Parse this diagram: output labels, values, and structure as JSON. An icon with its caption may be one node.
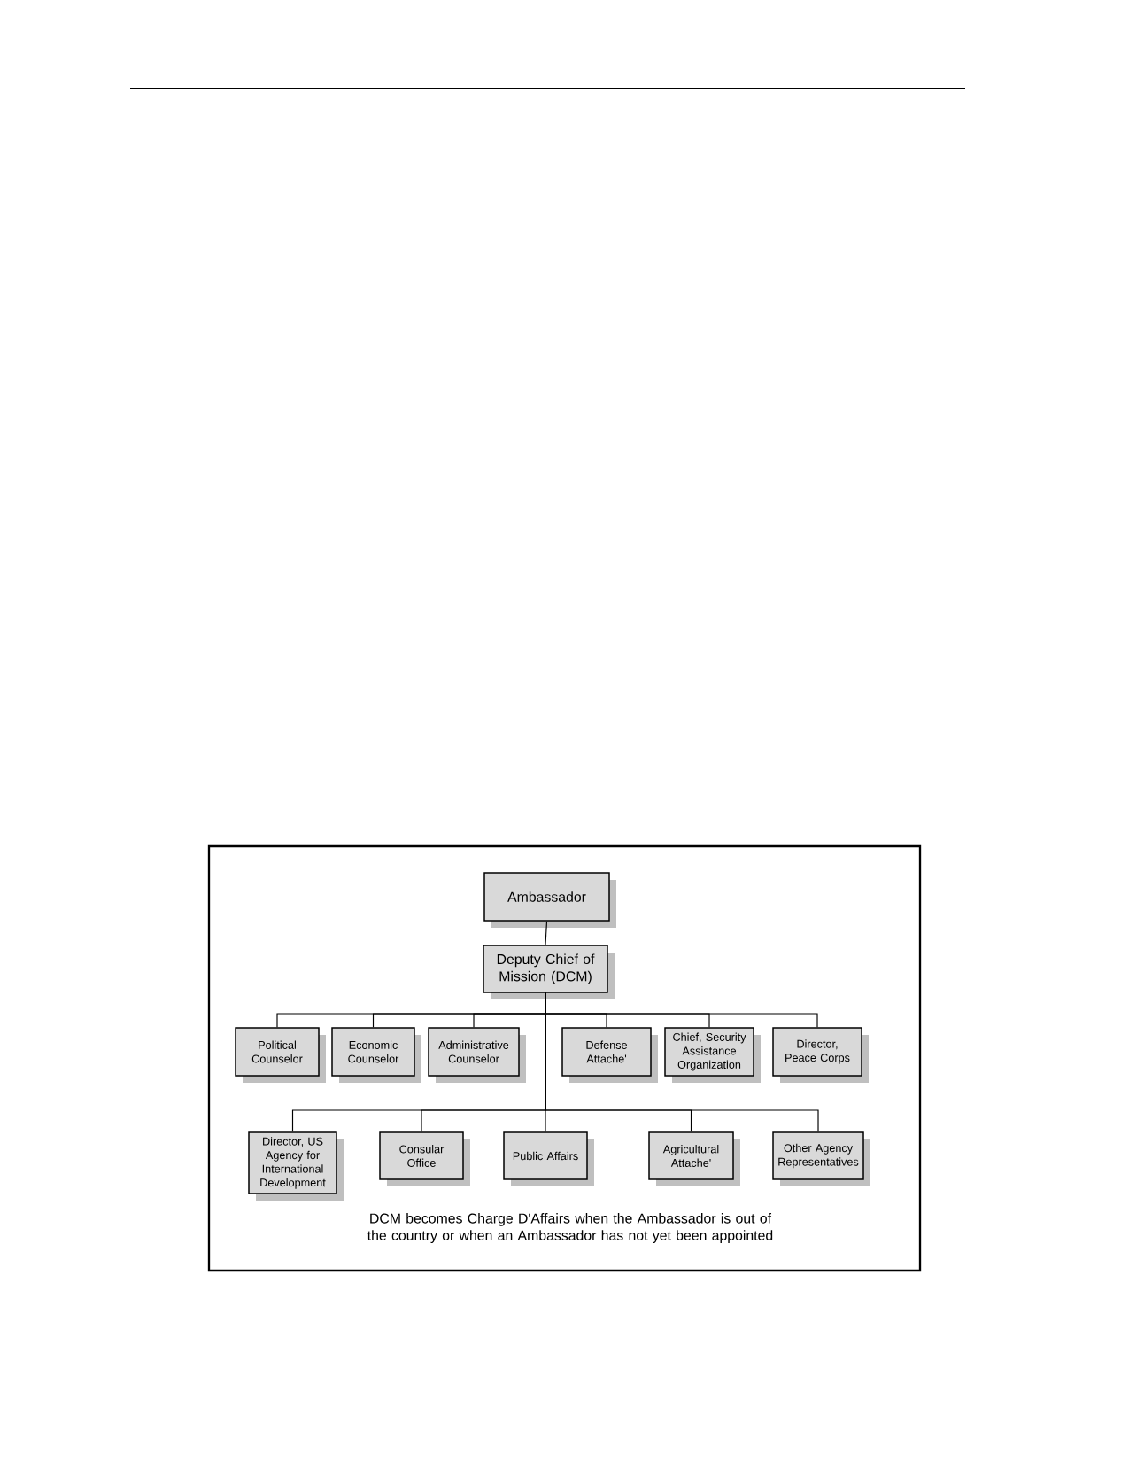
{
  "diagram": {
    "nodes": [
      {
        "text": [
          "Ambassador"
        ]
      },
      {
        "text": [
          "Deputy Chief of Mission (DCM)"
        ]
      },
      {
        "text": [
          "Political Counselor"
        ]
      },
      {
        "text": [
          "Economic Counselor"
        ]
      },
      {
        "text": [
          "Administrative Counselor"
        ]
      },
      {
        "text": [
          "Defense Attache'"
        ]
      },
      {
        "text": [
          "Chief, Security Assistance Organization"
        ]
      },
      {
        "text": [
          "Director, Peace Corps"
        ]
      },
      {
        "text": [
          "Director, US Agency for International Development"
        ]
      },
      {
        "text": [
          "Consular Office"
        ]
      },
      {
        "text": [
          "Public Affairs"
        ]
      },
      {
        "text": [
          "Agricultural Attache'"
        ]
      },
      {
        "text": [
          "Other Agency Representatives"
        ]
      }
    ],
    "edges": [
      {
        "from": 0,
        "to": 1,
        "arrow": "none"
      },
      {
        "from": 1,
        "to": 2,
        "arrow": "none"
      },
      {
        "from": 1,
        "to": 3,
        "arrow": "none"
      },
      {
        "from": 1,
        "to": 4,
        "arrow": "none"
      },
      {
        "from": 1,
        "to": 5,
        "arrow": "none"
      },
      {
        "from": 1,
        "to": 6,
        "arrow": "none"
      },
      {
        "from": 1,
        "to": 7,
        "arrow": "none"
      },
      {
        "from": 1,
        "to": 8,
        "arrow": "none"
      },
      {
        "from": 1,
        "to": 9,
        "arrow": "none"
      },
      {
        "from": 1,
        "to": 10,
        "arrow": "none"
      },
      {
        "from": 1,
        "to": 11,
        "arrow": "none"
      },
      {
        "from": 1,
        "to": 12,
        "arrow": "none"
      }
    ],
    "labels": [
      "DCM becomes Charge D'Affairs when the Ambassador is out of the country or when an Ambassador has not yet been appointed"
    ]
  }
}
